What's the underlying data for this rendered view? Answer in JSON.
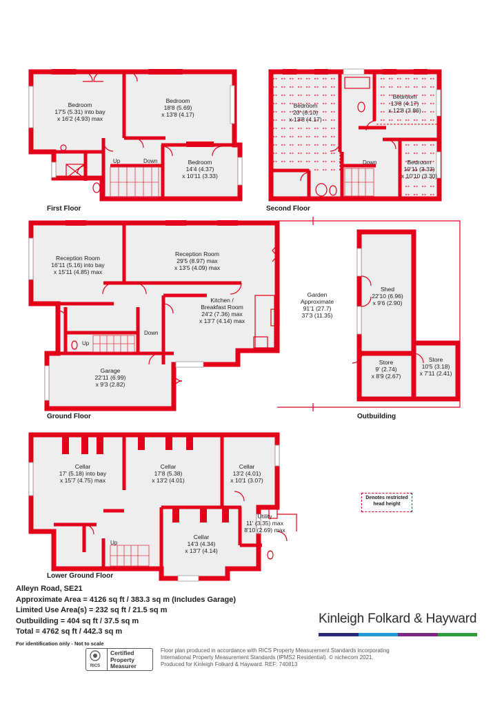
{
  "floors": {
    "first": "First Floor",
    "second": "Second Floor",
    "ground": "Ground Floor",
    "outbuilding": "Outbuilding",
    "lower": "Lower Ground Floor"
  },
  "stairs": {
    "up": "Up",
    "down": "Down"
  },
  "rooms": {
    "ff_bed1": [
      "Bedroom",
      "17'5 (5.31) into bay",
      "x 16'2 (4.93) max"
    ],
    "ff_bed2": [
      "Bedroom",
      "18'8 (5.69)",
      "x 13'8 (4.17)"
    ],
    "ff_bed3": [
      "Bedroom",
      "14'4 (4.37)",
      "x 10'11 (3.33)"
    ],
    "sf_bed1": [
      "Bedroom",
      "20' (6.10)",
      "x 13'8 (4.17)"
    ],
    "sf_bed2": [
      "Bedroom",
      "13'8 (4.17)",
      "x 12'8 (3.86)"
    ],
    "sf_bed3": [
      "Bedroom",
      "10'11 (3.33)",
      "x 10'10 (3.30)"
    ],
    "gf_rec1": [
      "Reception Room",
      "16'11 (5.16) into bay",
      "x 15'11 (4.85) max"
    ],
    "gf_rec2": [
      "Reception Room",
      "29'5 (8.97) max",
      "x 13'5 (4.09) max"
    ],
    "gf_kit": [
      "Kitchen /",
      "Breakfast Room",
      "24'2 (7.36) max",
      "x 13'7 (4.14) max"
    ],
    "gf_garage": [
      "Garage",
      "22'11 (6.99)",
      "x 9'3 (2.82)"
    ],
    "garden": [
      "Garden",
      "Approximate",
      "91'1 (27.7)",
      "37'3 (11.35)"
    ],
    "shed": [
      "Shed",
      "22'10 (6.96)",
      "x 9'6 (2.90)"
    ],
    "store1": [
      "Store",
      "9' (2.74)",
      "x 8'9 (2.67)"
    ],
    "store2": [
      "Store",
      "10'5 (3.18)",
      "x 7'11 (2.41)"
    ],
    "lg_cellar1": [
      "Cellar",
      "17' (5.18) into bay",
      "x 15'7 (4.75) max"
    ],
    "lg_cellar2": [
      "Cellar",
      "17'8 (5.38)",
      "x 13'2 (4.01)"
    ],
    "lg_cellar3": [
      "Cellar",
      "13'2 (4.01)",
      "x 10'1 (3.07)"
    ],
    "lg_cellar4": [
      "Cellar",
      "14'3 (4.34)",
      "x 13'7 (4.14)"
    ],
    "lg_utility": [
      "Utility",
      "11' (3.35) max",
      "8'10 (2.69) max"
    ]
  },
  "restricted": [
    "Denotes restricted",
    "head height"
  ],
  "summary": {
    "address": "Alleyn Road, SE21",
    "area": "Approximate Area = 4126 sq ft / 383.3 sq m (Includes Garage)",
    "limited": "Limited Use Area(s) = 232 sq ft / 21.5 sq m",
    "outbuilding": "Outbuilding = 404 sq ft / 37.5 sq m",
    "total": "Total = 4762 sq ft / 442.3 sq m",
    "note": "For identification only - Not to scale"
  },
  "brand": {
    "name": "Kinleigh Folkard & Hayward",
    "bar_colors": [
      "#2d2a7a",
      "#1f9ad6",
      "#7a2a80",
      "#2e9e3a"
    ]
  },
  "rics": [
    "Certified",
    "Property",
    "Measurer"
  ],
  "rics_logo": "RICS",
  "disclaimer": [
    "Floor plan produced in accordance with RICS Property Measurement Standards incorporating",
    "International Property Measurement Standards (IPMS2 Residential). © nichecom 2021.",
    "Produced for Kinleigh Folkard & Hayward.  REF: 740813"
  ],
  "colors": {
    "wall": "#e2001a",
    "floor": "#eeeeee",
    "text": "#1a1a1a"
  }
}
